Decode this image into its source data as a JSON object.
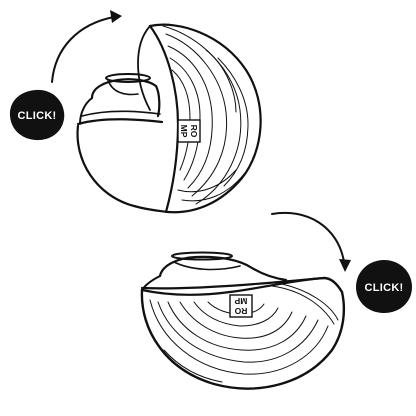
{
  "instructions": {
    "top": {
      "badge_label": "CLICK!"
    },
    "bottom": {
      "badge_label": "CLICK!"
    }
  },
  "product": {
    "logo_top_row": "RO",
    "logo_bottom_row": "MP"
  },
  "colors": {
    "ink": "#111111",
    "badge_fill": "#111111",
    "badge_text": "#ffffff",
    "background": "#ffffff"
  },
  "icons": {
    "arrow_top": "curved-arrow-right-icon",
    "arrow_bottom": "curved-arrow-down-icon"
  }
}
